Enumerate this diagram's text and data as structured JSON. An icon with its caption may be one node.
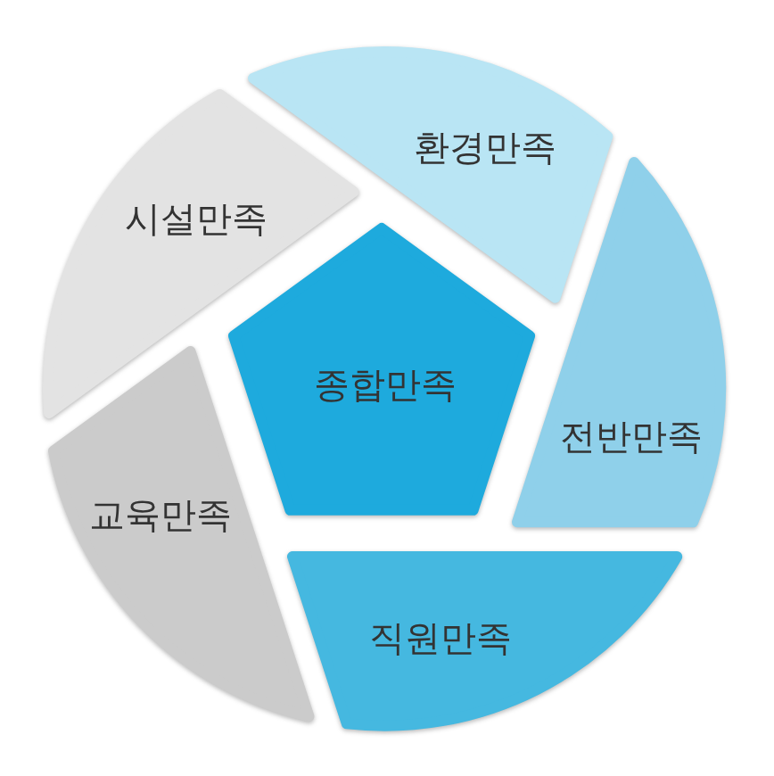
{
  "diagram": {
    "nodes": [
      {
        "text": [
          "환경만족"
        ]
      },
      {
        "text": [
          "시설만족"
        ]
      },
      {
        "text": [
          "종합만족"
        ]
      },
      {
        "text": [
          "전반만족"
        ]
      },
      {
        "text": [
          "교육만족"
        ]
      },
      {
        "text": [
          "직원만족"
        ]
      }
    ]
  }
}
